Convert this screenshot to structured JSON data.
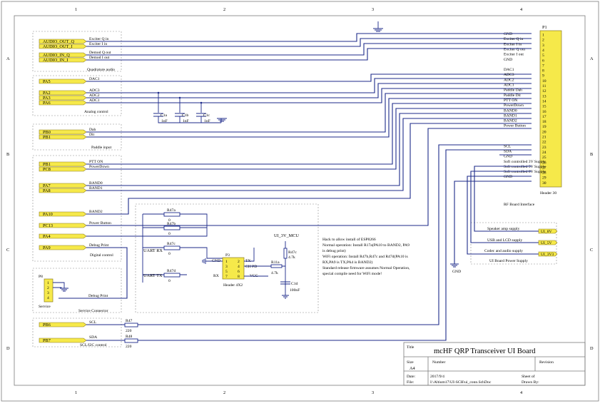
{
  "border": {
    "cols": [
      "1",
      "2",
      "3",
      "4"
    ],
    "rows": [
      "A",
      "B",
      "C",
      "D"
    ]
  },
  "ports": [
    {
      "id": "aoq",
      "label": "AUDIO_OUT_Q",
      "net": "Exciter Q in"
    },
    {
      "id": "aoi",
      "label": "AUDIO_OUT_I",
      "net": "Exciter I in"
    },
    {
      "id": "aiq",
      "label": "AUDIO_IN_Q",
      "net": "Demod Q out"
    },
    {
      "id": "aii",
      "label": "AUDIO_IN_I",
      "net": "Demod I out"
    },
    {
      "id": "pa5",
      "label": "PA5",
      "net": "DAC1"
    },
    {
      "id": "pa2",
      "label": "PA2",
      "net": "ADC3"
    },
    {
      "id": "pa3",
      "label": "PA3",
      "net": "ADC2"
    },
    {
      "id": "pa6",
      "label": "PA6",
      "net": "ADC1"
    },
    {
      "id": "pb0",
      "label": "PB0",
      "net": "Dah"
    },
    {
      "id": "pb1",
      "label": "PB1",
      "net": "Dit"
    },
    {
      "id": "pb1b",
      "label": "PB1",
      "net": "PTT ON"
    },
    {
      "id": "pc8",
      "label": "PC8",
      "net": "PowerDown"
    },
    {
      "id": "pa7",
      "label": "PA7",
      "net": "BAND0"
    },
    {
      "id": "pa8",
      "label": "PA8",
      "net": "BAND1"
    },
    {
      "id": "pa10",
      "label": "PA10",
      "net": "BAND2"
    },
    {
      "id": "pc13",
      "label": "PC13",
      "net": "Power Button"
    },
    {
      "id": "pa4",
      "label": "PA4",
      "net": ""
    },
    {
      "id": "pa9",
      "label": "PA9",
      "net": "Debug Print"
    },
    {
      "id": "pb6",
      "label": "PB6",
      "net": "SCL"
    },
    {
      "id": "pb7",
      "label": "PB7",
      "net": "SDA"
    }
  ],
  "blocks": {
    "quadrature": "Quadrature audio",
    "analog": "Analog control",
    "paddle": "Paddle input",
    "digital": "Digital control",
    "service_conn": "Service Connector",
    "i2c": "SCL/I2C control",
    "rf_iface": "RF Board Interface",
    "ui_power": "UI Board Power Supply"
  },
  "caps": [
    {
      "ref": "C1a",
      "val": "1nF"
    },
    {
      "ref": "C1b",
      "val": "1nF"
    },
    {
      "ref": "C1c",
      "val": "1nF"
    }
  ],
  "resistors": {
    "r47a": {
      "ref": "R47a",
      "val": "0"
    },
    "r47b": {
      "ref": "R47b",
      "val": "0"
    },
    "r47c": {
      "ref": "R47c",
      "val": "0"
    },
    "r47d": {
      "ref": "R47d",
      "val": "0"
    },
    "r47": {
      "ref": "R47",
      "val": "220"
    },
    "r48": {
      "ref": "R48",
      "val": "220"
    },
    "r11a": {
      "ref": "R11a",
      "val": "4.7k"
    },
    "r47e": {
      "ref": "R47c",
      "val": "4.7k"
    }
  },
  "esp": {
    "ref": "P3",
    "name": "Header 4X2",
    "net_power": "UI_3V_MCU",
    "uart_rx": "UART RX",
    "uart_tx": "UART TX",
    "pins": [
      "1",
      "2",
      "3",
      "4",
      "5",
      "6",
      "7",
      "8"
    ],
    "left_labels": [
      "GND",
      "",
      "RX",
      ""
    ],
    "right_labels": [
      "TX",
      "CH PD",
      "VCC",
      ""
    ],
    "cap_ref": "C1d",
    "cap_val": "100nF"
  },
  "service": {
    "ref": "P8",
    "pins": [
      "1",
      "2",
      "3",
      "4"
    ],
    "title": "Service",
    "net": "Debug Print"
  },
  "hack_note": [
    "Hack to allow install of ESP8266",
    "Normal operation: Install R17a(PA10 to BAND2, PA9",
    "is debug print)",
    "WiFi operation: Install R47b,R47c and R47d(PA10 is",
    "RX,PA9 is TX,PA4 is BAND2)",
    "Standard release firmware assumes Normal Operation,",
    "special compile need for WiFi mode!"
  ],
  "header": {
    "ref": "P1",
    "name": "Header 30",
    "pins": [
      "1",
      "2",
      "3",
      "4",
      "5",
      "6",
      "7",
      "8",
      "9",
      "10",
      "11",
      "12",
      "13",
      "14",
      "15",
      "16",
      "17",
      "18",
      "19",
      "20",
      "21",
      "22",
      "23",
      "24",
      "25",
      "26",
      "27",
      "28",
      "29",
      "30"
    ],
    "nets": [
      "GND",
      "Exciter Q in",
      "Exciter I in",
      "Exciter Q out",
      "Exciter I out",
      "GND",
      "",
      "DAC1",
      "ADC3",
      "ADC2",
      "ADC1",
      "Paddle Dah",
      "Paddle Dit",
      "PTT ON",
      "PowerDown",
      "BAND0",
      "BAND1",
      "BAND2",
      "Power Button",
      "",
      "",
      "",
      "SCL",
      "SDA",
      "GND",
      "Soft controlled 3V Supply",
      "Soft controlled 5V Supply",
      "Soft controlled 8V Supply",
      "GND",
      ""
    ]
  },
  "supplies": [
    {
      "net": "Speaker amp supply",
      "port": "UI_8V"
    },
    {
      "net": "USB and LCD supply",
      "port": "UI_5V"
    },
    {
      "net": "Codec and audio supply",
      "port": "UI_3V3"
    }
  ],
  "gnd_label": "GND",
  "title_block": {
    "title_label": "Title",
    "title": "mcHF QRP Transceiver UI Board",
    "size_label": "Size",
    "size": "A4",
    "number_label": "Number",
    "revision_label": "Revision",
    "date_label": "Date:",
    "date": "2017/9/4",
    "file_label": "File:",
    "file": "I:\\Altium17\\UI-SCH\\ui_conn.SchDoc",
    "sheet_label": "Sheet    of",
    "drawn_label": "Drawn By:"
  }
}
